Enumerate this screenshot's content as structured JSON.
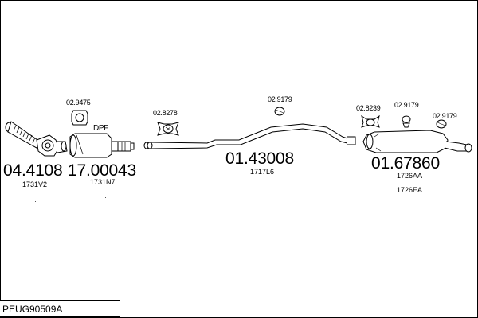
{
  "parts": {
    "manifold": {
      "code": "04.4108",
      "sub": "1731V2"
    },
    "dpf": {
      "code": "17.00043",
      "sub": "1731N7",
      "label": "DPF"
    },
    "midpipe": {
      "code": "01.43008",
      "sub": "1717L6"
    },
    "rear": {
      "code": "01.67860",
      "sub1": "1726AA",
      "sub2": "1726EA"
    }
  },
  "accessories": {
    "gasket_front": "02.9475",
    "clamp_front": "02.8278",
    "rubber_mid": "02.9179",
    "clamp_rear": "02.8239",
    "rubber_rear_1": "02.9179",
    "rubber_rear_2": "02.9179"
  },
  "reference": "PEUG90509A"
}
